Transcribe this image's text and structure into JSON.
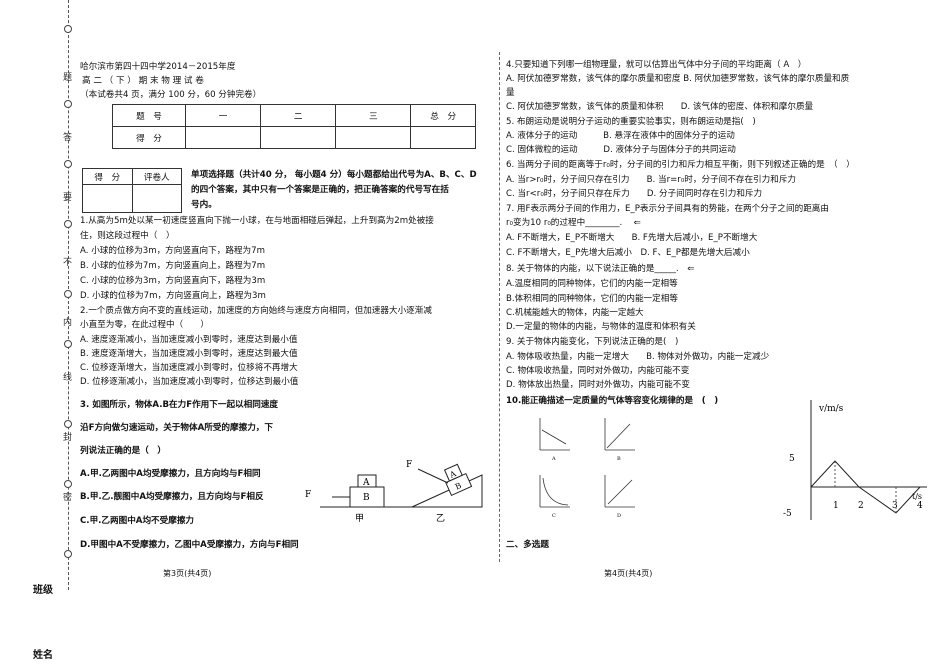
{
  "margin": {
    "class_label": "班级",
    "name_label": "姓名",
    "seal_chars": [
      "题",
      "答",
      "要",
      "不",
      "内",
      "线",
      "封",
      "密"
    ]
  },
  "header": {
    "school": "哈尔滨市第四十四中学2014－2015年度",
    "exam_title": "高 二 （ 下 ） 期 末 物 理 试 卷",
    "exam_info": "（本试卷共4 页，满分 100 分，60 分钟完卷）"
  },
  "score_table": {
    "row1": [
      "题　号",
      "一",
      "二",
      "三",
      "总　分"
    ],
    "row2": [
      "得　分",
      "",
      "",
      "",
      ""
    ]
  },
  "grader_table": {
    "col1": "得　分",
    "col2": "评卷人"
  },
  "section1": {
    "heading_lines": [
      "单项选择题（共计40 分， 每小题4 分）每小题都给出代号为A、B、C、D",
      "的四个答案，其中只有一个答案是正确的，把正确答案的代号写在括",
      "号内。"
    ]
  },
  "left_questions": [
    {
      "id": "q1",
      "lines": [
        "1.从高为5m处以某一初速度竖直向下抛一小球，在与地面相碰后弹起，上升到高为2m处被接",
        "住，则这段过程中（　）"
      ],
      "options": [
        "A. 小球的位移为3m，方向竖直向下，路程为7m",
        "B. 小球的位移为7m，方向竖直向上，路程为7m",
        "C. 小球的位移为3m，方向竖直向下，路程为3m",
        "D. 小球的位移为7m，方向竖直向上，路程为3m"
      ]
    },
    {
      "id": "q2",
      "lines": [
        "2.一个质点做方向不变的直线运动，加速度的方向始终与速度方向相同，但加速器大小逐渐减",
        "小直至为零，在此过程中（　　）"
      ],
      "options": [
        "A. 速度逐渐减小，当加速度减小到零时，速度达到最小值",
        "B. 速度逐渐增大，当加速度减小到零时，速度达到最大值",
        "C. 位移逐渐增大，当加速度减小到零时，位移将不再增大",
        "D. 位移逐渐减小，当加速度减小到零时，位移达到最小值"
      ]
    },
    {
      "id": "q3",
      "lines": [
        "3.  如图所示，物体A.B在力F作用下一起以相同速度",
        "沿F方向做匀速运动，关于物体A所受的摩擦力，下",
        "列说法正确的是（　）"
      ],
      "options": [
        "A.甲.乙两图中A均受摩擦力，且方向均与F相同",
        "B.甲.乙.靓图中A均受摩擦力，且方向均与F相反",
        "C.甲.乙两图中A均不受摩擦力",
        "D.甲图中A不受摩擦力，乙图中A受摩擦力，方向与F相同"
      ]
    }
  ],
  "figure_q3": {
    "label_jia": "甲",
    "label_yi": "乙",
    "A": "A",
    "B": "B",
    "F": "F"
  },
  "right_questions": [
    {
      "id": "q4",
      "lines": [
        "4.只要知道下列哪一组物理量，就可以估算出气体中分子间的平均距离（ A　）"
      ],
      "options": [
        " A. 阿伏加德罗常数，该气体的摩尔质量和密度  B. 阿伏加德罗常数，该气体的摩尔质量和质",
        "量",
        "  C. 阿伏加德罗常数，该气体的质量和体积　　D. 该气体的密度、体积和摩尔质量"
      ]
    },
    {
      "id": "q5",
      "lines": [
        "5. 布朗运动是说明分子运动的重要实验事实，则布朗运动是指(　)"
      ],
      "options": [
        "  A. 液体分子的运动　　　B. 悬浮在液体中的固体分子的运动",
        "  C. 固体微粒的运动　　　D. 液体分子与固体分子的共同运动"
      ]
    },
    {
      "id": "q6",
      "lines": [
        "6. 当两分子间的距离等于r₀时，分子间的引力和斥力相互平衡，则下列叙述正确的是　（　）"
      ],
      "options": [
        "A. 当r>r₀时，分子间只存在引力　　B. 当r=r₀时，分子间不存在引力和斥力",
        "C. 当r<r₀时，分子间只存在斥力　　D. 分子间同时存在引力和斥力"
      ]
    },
    {
      "id": "q7",
      "lines": [
        "7. 用F表示两分子间的作用力，E_P表示分子间具有的势能，在两个分子之间的距离由",
        "r₀变为10 r₀的过程中________.　 ⇐"
      ],
      "options": [
        "A. F不断增大，E_P不断增大　　B. F先增大后减小，E_P不断增大",
        "C. F不断增大，E_P先增大后减小　D. F、E_P都是先增大后减小"
      ]
    },
    {
      "id": "q8",
      "lines": [
        "8. 关于物体的内能，以下说法正确的是_____.　⇐"
      ],
      "options": [
        "A.温度相同的同种物体，它们的内能一定相等",
        "B.体积相同的同种物体，它们的内能一定相等",
        "C.机械能越大的物体，内能一定越大",
        "D.一定量的物体的内能，与物体的温度和体积有关"
      ]
    },
    {
      "id": "q9",
      "lines": [
        "9. 关于物体内能变化，下列说法正确的是(　)"
      ],
      "options": [
        "  A. 物体吸收热量，内能一定增大　　B. 物体对外做功，内能一定减少",
        "  C. 物体吸收热量，同时对外做功，内能可能不变",
        "  D. 物体放出热量，同时对外做功，内能可能不变"
      ]
    },
    {
      "id": "q10",
      "lines": [
        "10.能正确描述一定质量的气体等容变化规律的是　(　)"
      ],
      "options": []
    }
  ],
  "q10_graph_labels": [
    "A",
    "B",
    "C",
    "D"
  ],
  "vt_graph": {
    "ylabel": "v/m/s",
    "xlabel": "t/s",
    "y_ticks": [
      "5",
      "-5"
    ],
    "x_ticks": [
      "1",
      "2",
      "3",
      "4"
    ]
  },
  "section2": {
    "heading": "二、多选题"
  },
  "footer": {
    "left_page": "第3页(共4页)",
    "right_page": "第4页(共4页)"
  }
}
